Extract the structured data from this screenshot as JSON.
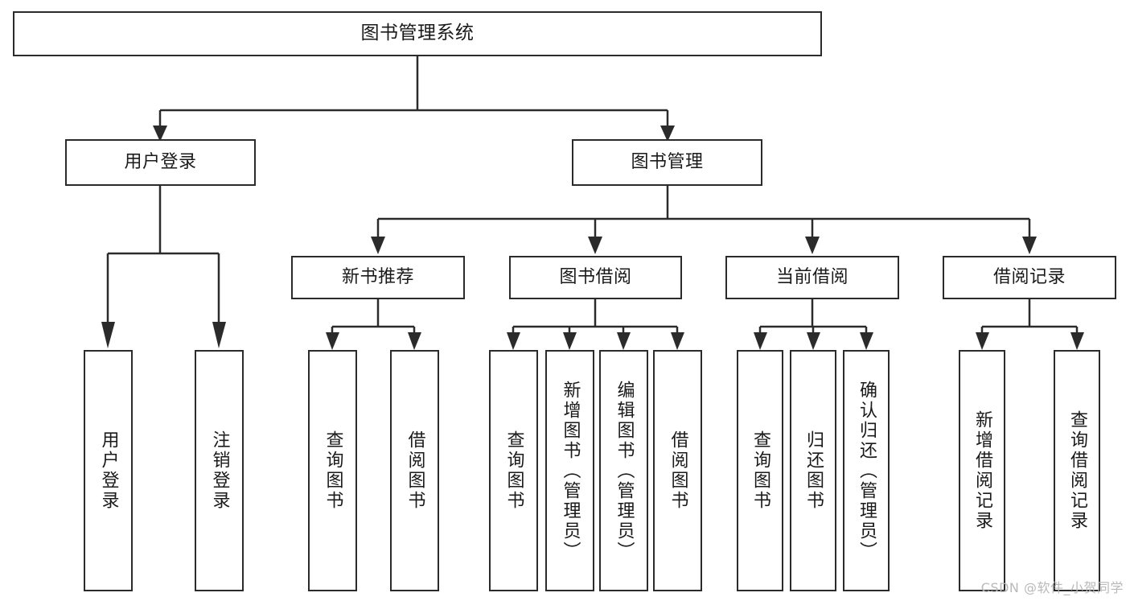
{
  "diagram": {
    "title": "图书管理系统",
    "type": "tree",
    "watermark": "CSDN @软件_小贺同学",
    "nodes": {
      "root": {
        "label": "图书管理系统"
      },
      "level2": [
        {
          "label": "用户登录"
        },
        {
          "label": "图书管理"
        }
      ],
      "level3": [
        {
          "label": "新书推荐"
        },
        {
          "label": "图书借阅"
        },
        {
          "label": "当前借阅"
        },
        {
          "label": "借阅记录"
        }
      ],
      "leaves_user_login": [
        {
          "label": "用户登录"
        },
        {
          "label": "注销登录"
        }
      ],
      "leaves_new_book": [
        {
          "label": "查询图书"
        },
        {
          "label": "借阅图书"
        }
      ],
      "leaves_borrow": [
        {
          "label": "查询图书"
        },
        {
          "label": "新增图书（管理员）"
        },
        {
          "label": "编辑图书（管理员）"
        },
        {
          "label": "借阅图书"
        }
      ],
      "leaves_current": [
        {
          "label": "查询图书"
        },
        {
          "label": "归还图书"
        },
        {
          "label": "确认归还（管理员）"
        }
      ],
      "leaves_records": [
        {
          "label": "新增借阅记录"
        },
        {
          "label": "查询借阅记录"
        }
      ]
    },
    "colors": {
      "stroke": "#2b2b2b",
      "fill": "#ffffff",
      "text": "#1a1a1a",
      "watermark": "#b9b9b9"
    }
  }
}
